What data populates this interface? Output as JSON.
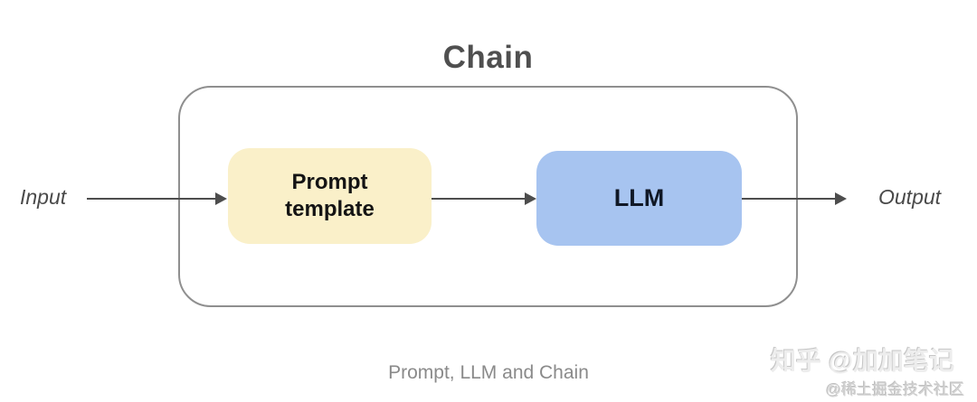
{
  "diagram": {
    "title": "Chain",
    "caption": "Prompt, LLM and Chain",
    "input_label": "Input",
    "output_label": "Output",
    "nodes": [
      {
        "id": "prompt-template",
        "label": "Prompt\ntemplate",
        "fill": "#FAF0C9"
      },
      {
        "id": "llm",
        "label": "LLM",
        "fill": "#A7C4F0"
      }
    ],
    "edges": [
      {
        "from": "input",
        "to": "prompt-template"
      },
      {
        "from": "prompt-template",
        "to": "llm"
      },
      {
        "from": "llm",
        "to": "output"
      }
    ],
    "colors": {
      "container_border": "#8f8f8f",
      "arrow": "#4d4d4d",
      "title_text": "#4f4f4f",
      "caption_text": "#8a8a8a"
    }
  },
  "watermarks": {
    "zhihu": "知乎 @加加笔记",
    "juejin": "@稀土掘金技术社区"
  }
}
